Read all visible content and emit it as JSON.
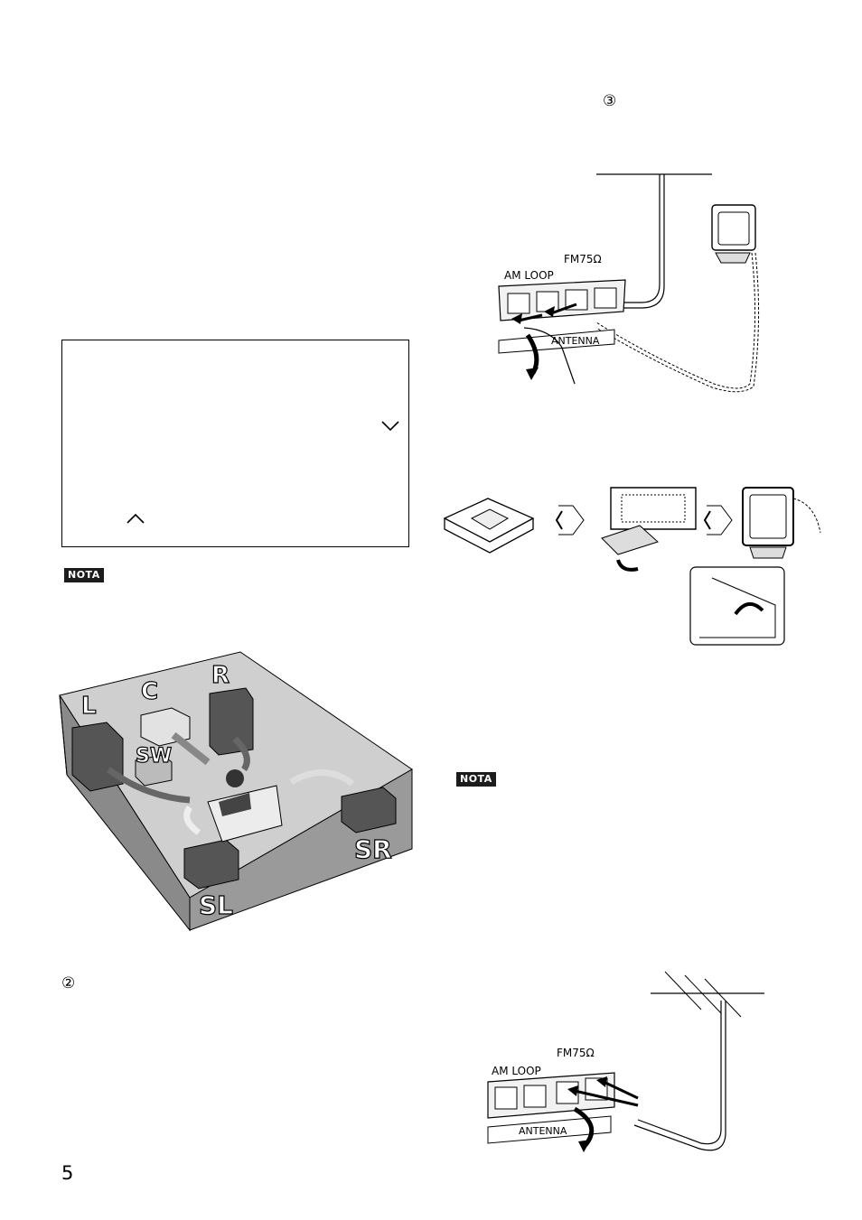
{
  "markers": {
    "step3": "③",
    "step2": "②"
  },
  "note_box": {
    "down_chevron": "chevron-down",
    "up_chevron": "chevron-up"
  },
  "nota_labels": [
    "NOTA",
    "NOTA"
  ],
  "speaker_diagram": {
    "labels": {
      "left": "L",
      "center": "C",
      "right": "R",
      "subwoofer": "SW",
      "surround_left": "SL",
      "surround_right": "SR"
    }
  },
  "antenna_panel_top": {
    "am_loop": "AM LOOP",
    "fm": "FM75Ω",
    "antenna": "ANTENNA"
  },
  "antenna_panel_bottom": {
    "am_loop": "AM LOOP",
    "fm": "FM75Ω",
    "antenna": "ANTENNA"
  },
  "page_number": "5"
}
